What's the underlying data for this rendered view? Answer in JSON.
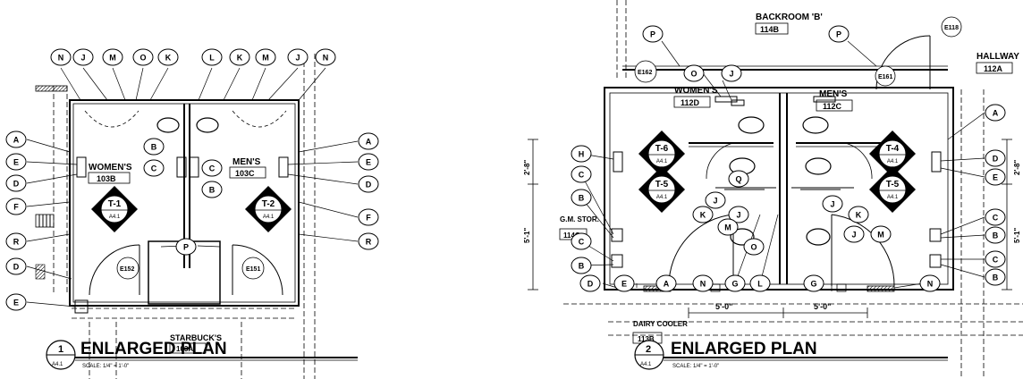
{
  "plan1": {
    "title": "ENLARGED PLAN",
    "number": "1",
    "sheet": "A4.1",
    "scale": "SCALE:  1/4\" = 1'-0\"",
    "rooms": [
      {
        "name": "WOMEN'S",
        "num": "103B"
      },
      {
        "name": "MEN'S",
        "num": "103C"
      },
      {
        "name": "STARBUCK'S",
        "num": "103A"
      }
    ],
    "fixtures": [
      {
        "tag": "T-1",
        "sheet": "A4.1"
      },
      {
        "tag": "T-2",
        "sheet": "A4.1"
      }
    ],
    "doors": [
      "E152",
      "E151"
    ],
    "keynotes_top": [
      "N",
      "J",
      "M",
      "O",
      "K",
      "L",
      "K",
      "M",
      "J",
      "N"
    ],
    "keynotes_left": [
      "A",
      "E",
      "D",
      "F",
      "R",
      "D",
      "E"
    ],
    "keynotes_right": [
      "A",
      "E",
      "D",
      "F",
      "R"
    ],
    "keynotes_center": [
      "B",
      "C",
      "C",
      "B",
      "P"
    ]
  },
  "plan2": {
    "title": "ENLARGED PLAN",
    "number": "2",
    "sheet": "A4.1",
    "scale": "SCALE:  1/4\" = 1'-0\"",
    "rooms": [
      {
        "name": "BACKROOM 'B'",
        "num": "114B"
      },
      {
        "name": "HALLWAY",
        "num": "112A"
      },
      {
        "name": "WOMEN'S",
        "num": "112D"
      },
      {
        "name": "MEN'S",
        "num": "112C"
      },
      {
        "name": "G.M. STOR.",
        "num": "114C"
      },
      {
        "name": "DAIRY COOLER",
        "num": "113B"
      }
    ],
    "fixtures": [
      {
        "tag": "T-6",
        "sheet": "A4.1"
      },
      {
        "tag": "T-5",
        "sheet": "A4.1"
      },
      {
        "tag": "T-4",
        "sheet": "A4.1"
      },
      {
        "tag": "T-5",
        "sheet": "A4.1"
      }
    ],
    "doors": [
      "E162",
      "E161",
      "E118"
    ],
    "dims": [
      "2'-8\"",
      "5'-1\"",
      "5'-0\"",
      "5'-0\"",
      "2'-8\"",
      "5'-1\""
    ],
    "keynotes_top": [
      "P",
      "O",
      "J",
      "P"
    ],
    "keynotes_left": [
      "H",
      "C",
      "B",
      "C",
      "B"
    ],
    "keynotes_right": [
      "A",
      "D",
      "E",
      "C",
      "B",
      "C",
      "B"
    ],
    "keynotes_bottom": [
      "D",
      "E",
      "A",
      "N",
      "G",
      "L",
      "G",
      "N"
    ],
    "keynotes_interior": [
      "Q",
      "J",
      "K",
      "M",
      "O",
      "J",
      "J",
      "K",
      "J",
      "M"
    ]
  }
}
